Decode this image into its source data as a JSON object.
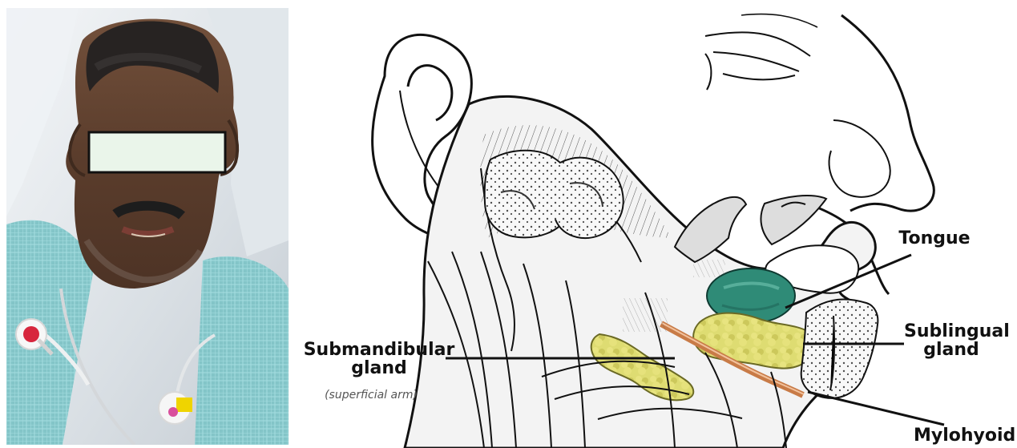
{
  "labels": {
    "submandibular": "Submandibular\ngland",
    "superficial_arm": "(superficial arm)",
    "sublingual": "Sublingual\ngland",
    "tongue": "Tongue",
    "mylohyoid": "Mylohyoid"
  },
  "colors": {
    "teal_structure": "#2f8b77",
    "yellow_gland": "#ddd85f",
    "orange_nerve": "#c87b47",
    "skin_brown": "#4f3423",
    "hospital_gown": "#7bc1c4"
  }
}
